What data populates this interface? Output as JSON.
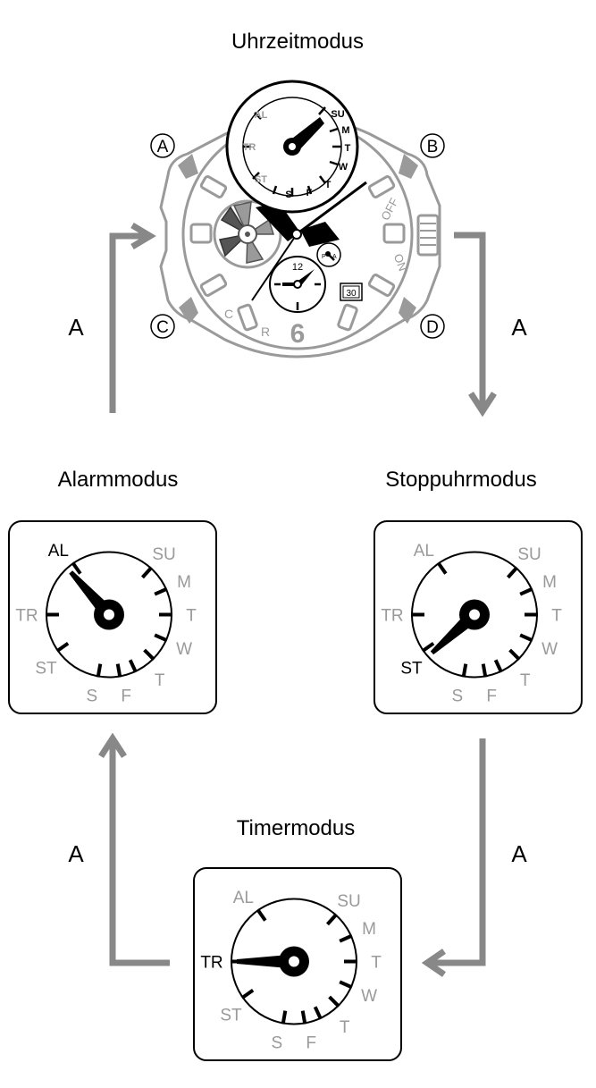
{
  "titles": {
    "time": "Uhrzeitmodus",
    "alarm": "Alarmmodus",
    "stopwatch": "Stoppuhrmodus",
    "timer": "Timermodus"
  },
  "arrow_labels": {
    "left_top": "A",
    "right_top": "A",
    "left_bottom": "A",
    "right_bottom": "A"
  },
  "buttons": {
    "a": "A",
    "b": "B",
    "c": "C",
    "d": "D"
  },
  "dial_labels": {
    "al": "AL",
    "su": "SU",
    "m": "M",
    "t1": "T",
    "w": "W",
    "t2": "T",
    "f": "F",
    "s": "S",
    "st": "ST",
    "tr": "TR"
  },
  "watch": {
    "bezel_off": "OFF",
    "bezel_on": "ON",
    "bezel_c": "C",
    "bezel_r": "R",
    "six": "6",
    "twelve": "12",
    "date": "30",
    "pa_p": "P",
    "pa_a": "A"
  },
  "colors": {
    "gray": "#9a9a9a",
    "arrow": "#888888",
    "black": "#000000"
  },
  "active_mode_per_dial": {
    "alarm": "AL",
    "stopwatch": "ST",
    "timer": "TR"
  }
}
